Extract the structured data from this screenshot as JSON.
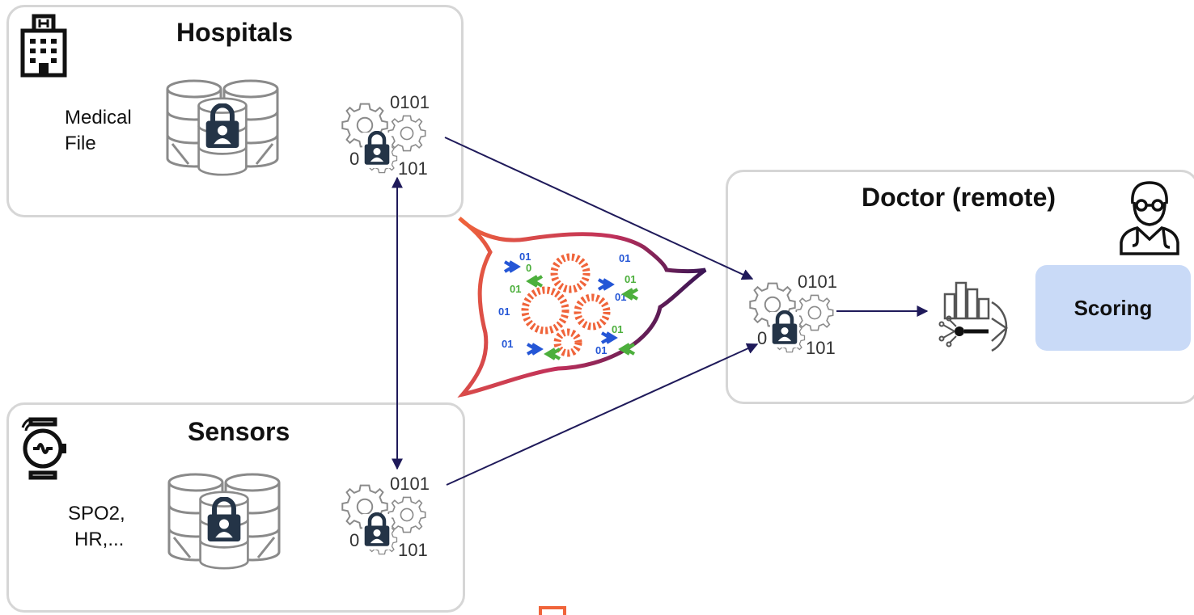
{
  "hospitals": {
    "title": "Hospitals",
    "label_line1": "Medical",
    "label_line2": "File"
  },
  "sensors": {
    "title": "Sensors",
    "label_line1": "SPO2,",
    "label_line2": "HR,..."
  },
  "doctor": {
    "title": "Doctor (remote)",
    "scoring_label": "Scoring"
  },
  "compute_node": {
    "text_top": "0101",
    "text_left": "0",
    "text_bottom": "101"
  },
  "icons": {
    "hospital": "hospital-building-icon",
    "sensor": "smartwatch-icon",
    "doctor": "doctor-icon",
    "database": "locked-database-icon",
    "compute": "encrypted-compute-gears-icon",
    "bubble": "encrypted-computation-bubble-icon",
    "analytics": "analytics-icon"
  },
  "colors": {
    "panel_border": "#d6d6d6",
    "arrow": "#1f1a5a",
    "lock": "#243447",
    "scoring_fill": "#c9daf7",
    "bubble_gradient_start": "#f0643a",
    "bubble_gradient_end": "#3a1555",
    "gear_orange": "#f0643a",
    "data_blue": "#2456d6",
    "data_green": "#4caf3c"
  }
}
